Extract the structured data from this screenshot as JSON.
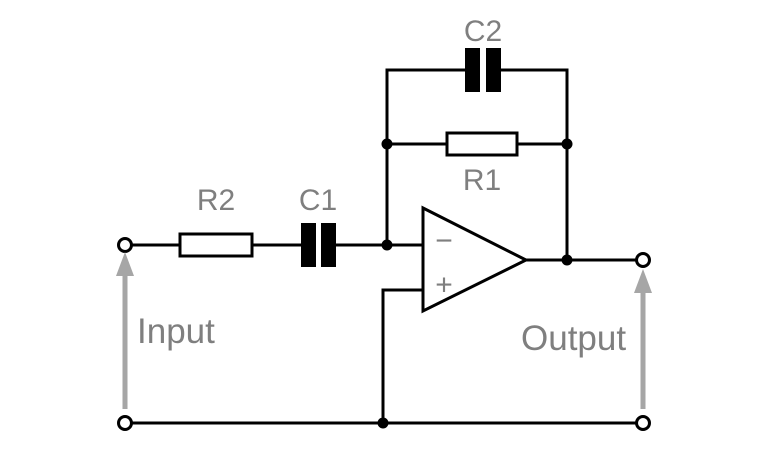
{
  "diagram": {
    "type": "circuit-schematic",
    "labels": {
      "c2": "C2",
      "r1": "R1",
      "r2": "R2",
      "c1": "C1",
      "input": "Input",
      "output": "Output",
      "opamp_inverting": "−",
      "opamp_noninverting": "+"
    },
    "components": [
      {
        "ref": "R2",
        "symbol": "resistor"
      },
      {
        "ref": "C1",
        "symbol": "capacitor"
      },
      {
        "ref": "R1",
        "symbol": "resistor"
      },
      {
        "ref": "C2",
        "symbol": "capacitor"
      },
      {
        "ref": "A1",
        "symbol": "op-amp-triangle"
      }
    ],
    "icons": {
      "input_arrow": "up-arrow",
      "output_arrow": "up-arrow"
    },
    "colors": {
      "wire": "#000000",
      "label": "#7f7f7f",
      "arrow": "#a6a6a6",
      "background": "#ffffff"
    }
  }
}
